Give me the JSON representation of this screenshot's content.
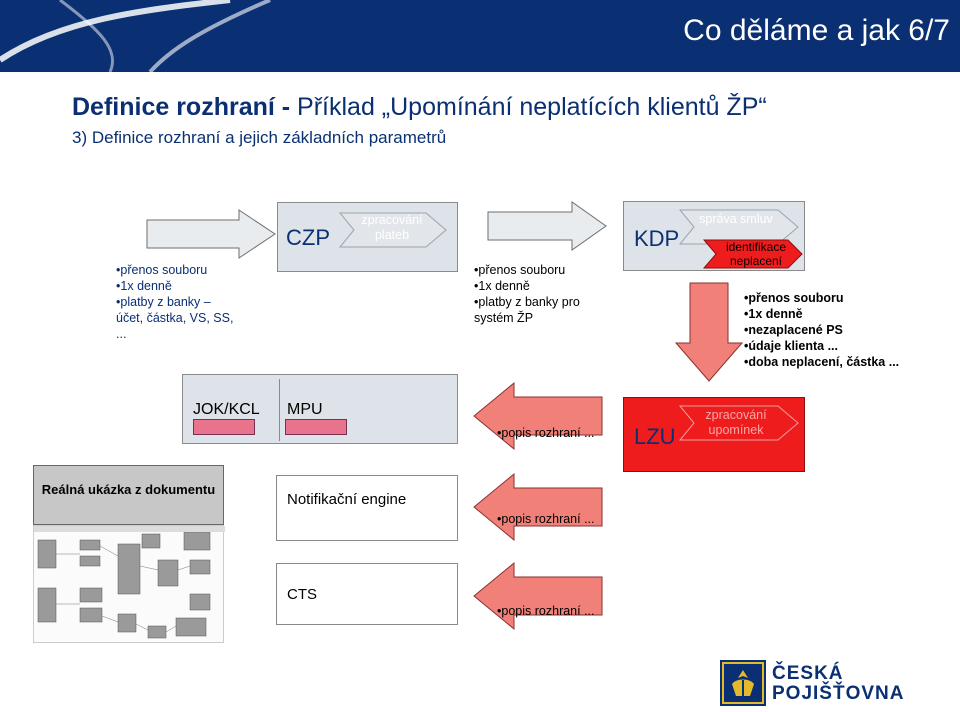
{
  "header": {
    "title": "Co děláme a jak 6/7"
  },
  "heading": {
    "bold": "Definice rozhraní - ",
    "normal": "Příklad „Upomínání neplatících klientů ŽP“"
  },
  "subheading": "3) Definice rozhraní a jejich základních parametrů",
  "left_bullets": [
    "přenos souboru",
    "1x denně",
    "platby z banky – účet, částka, VS, SS, ..."
  ],
  "czp": {
    "label": "CZP",
    "arrow_text": "zpracování plateb"
  },
  "mid_bullets": [
    "přenos souboru",
    "1x denně",
    "platby z banky pro systém ŽP"
  ],
  "kdp": {
    "label": "KDP",
    "arrow1_text": "správa smluv",
    "arrow2_text": "identifikace neplacení"
  },
  "right_bullets": [
    "přenos souboru",
    "1x denně",
    "nezaplacené PS",
    "údaje klienta ...",
    "doba neplacení, částka ..."
  ],
  "jok": {
    "label": "JOK/KCL"
  },
  "mpu": {
    "label": "MPU"
  },
  "popis": [
    "popis rozhraní ...",
    "popis rozhraní ...",
    "popis rozhraní ..."
  ],
  "lzu": {
    "label": "LZU",
    "arrow_text": "zpracování upomínek"
  },
  "sample": {
    "title": "Reálná ukázka z dokumentu"
  },
  "notif": {
    "label": "Notifikační engine"
  },
  "cts": {
    "label": "CTS"
  },
  "logo": {
    "line1": "ČESKÁ",
    "line2": "POJIŠŤOVNA"
  },
  "colors": {
    "navy": "#0a2f73",
    "salmon": "#f08078",
    "red": "#ee1c1c",
    "box": "#dde3e8",
    "logo_gold": "#e3ba2a"
  }
}
